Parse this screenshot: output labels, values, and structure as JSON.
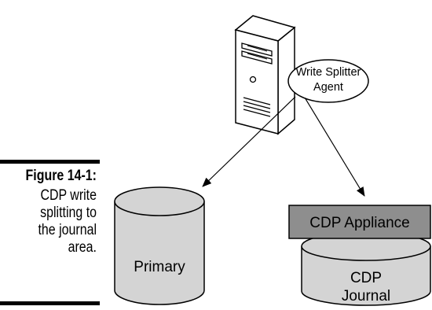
{
  "figure": {
    "label": "Figure 14-1:",
    "caption_lines": [
      "CDP write",
      "splitting to",
      "the journal",
      "area."
    ]
  },
  "nodes": {
    "server": {
      "icon": "server-tower-icon"
    },
    "agent": {
      "lines": [
        "Write Splitter",
        "Agent"
      ]
    },
    "primary": {
      "label": "Primary"
    },
    "appliance": {
      "label": "CDP Appliance"
    },
    "journal": {
      "lines": [
        "CDP",
        "Journal"
      ]
    }
  },
  "colors": {
    "cylinder_fill": "#d4d4d4",
    "appliance_fill": "#8e8e8e",
    "stroke": "#000000"
  }
}
